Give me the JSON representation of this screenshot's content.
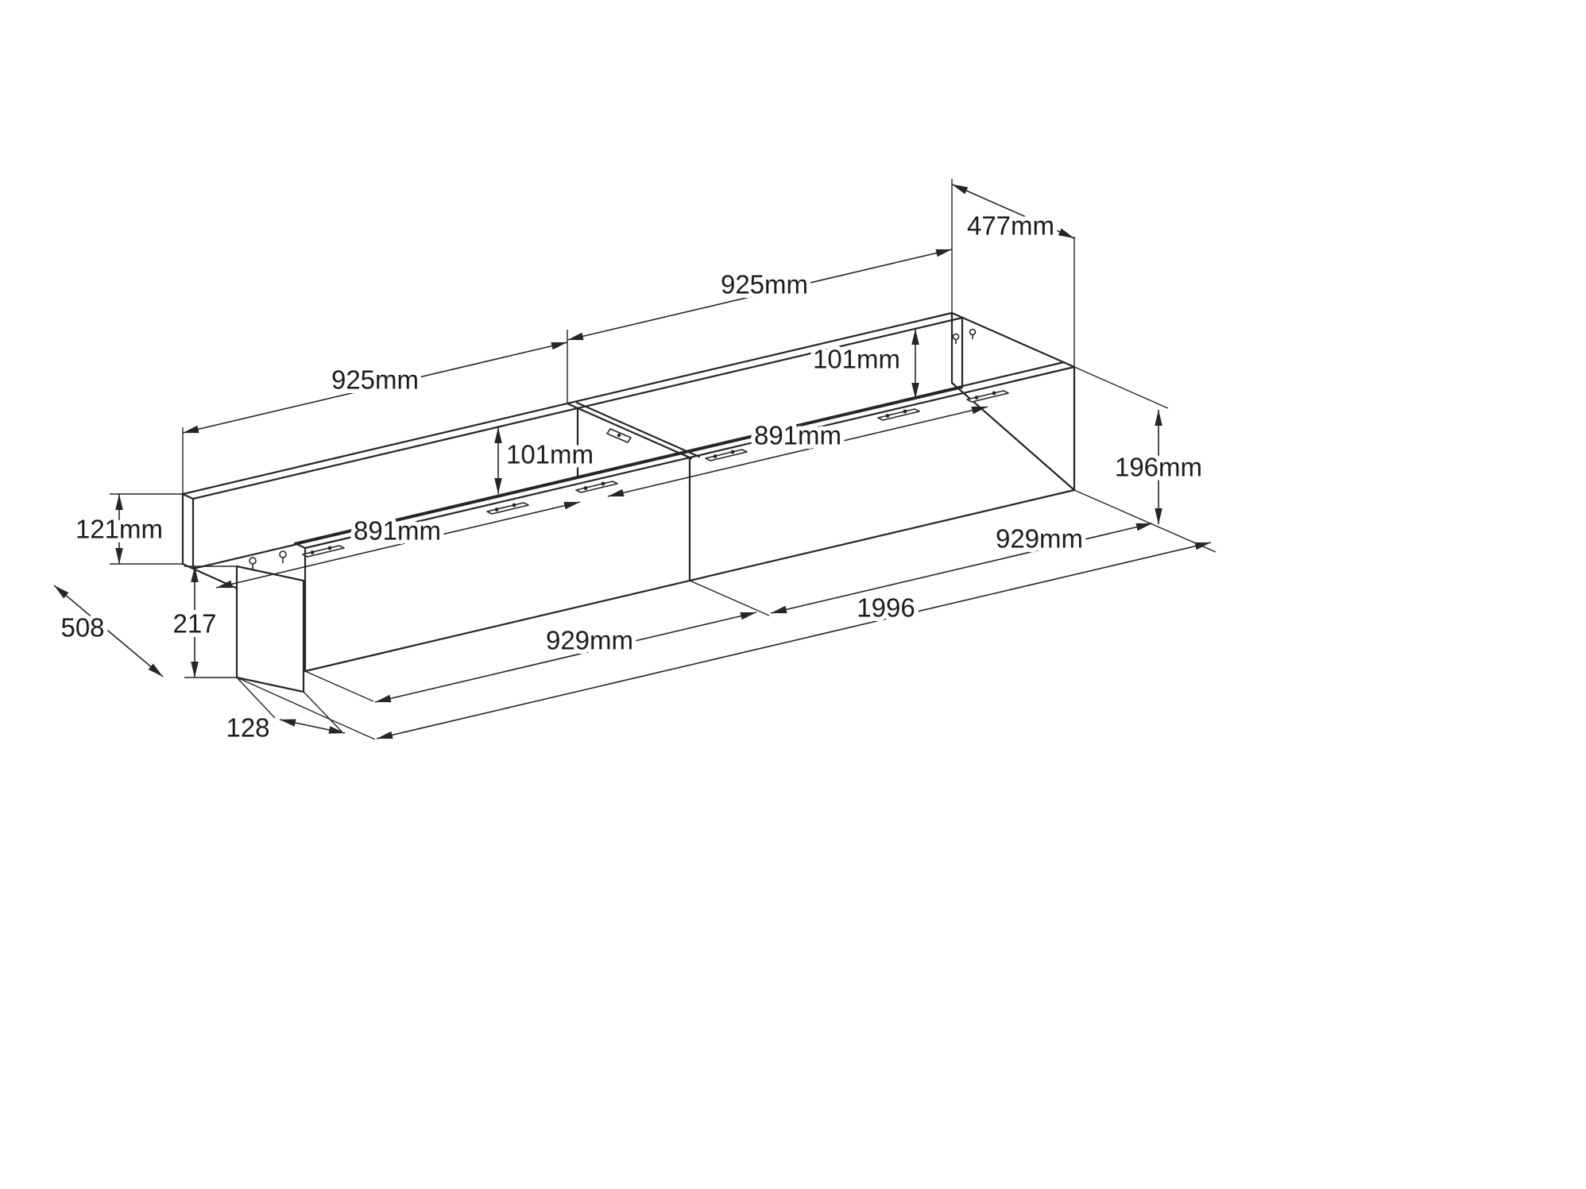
{
  "diagram": {
    "type": "isometric-dimension-drawing",
    "subject": "two-section storage frame with end panel",
    "labels": {
      "depth_right": "477mm",
      "length_top_right": "925mm",
      "length_top_left": "925mm",
      "offset_right": "101mm",
      "offset_left": "101mm",
      "inner_length_right": "891mm",
      "inner_length_left": "891mm",
      "front_height_right": "196mm",
      "rail_height_left": "121mm",
      "front_length_right": "929mm",
      "front_length_left": "929mm",
      "overall_length": "1996",
      "overall_depth": "508",
      "end_panel_height": "217",
      "end_panel_depth": "128"
    },
    "colors": {
      "line": "#262626",
      "background": "#ffffff",
      "label_text": "#1c1c1c"
    }
  }
}
